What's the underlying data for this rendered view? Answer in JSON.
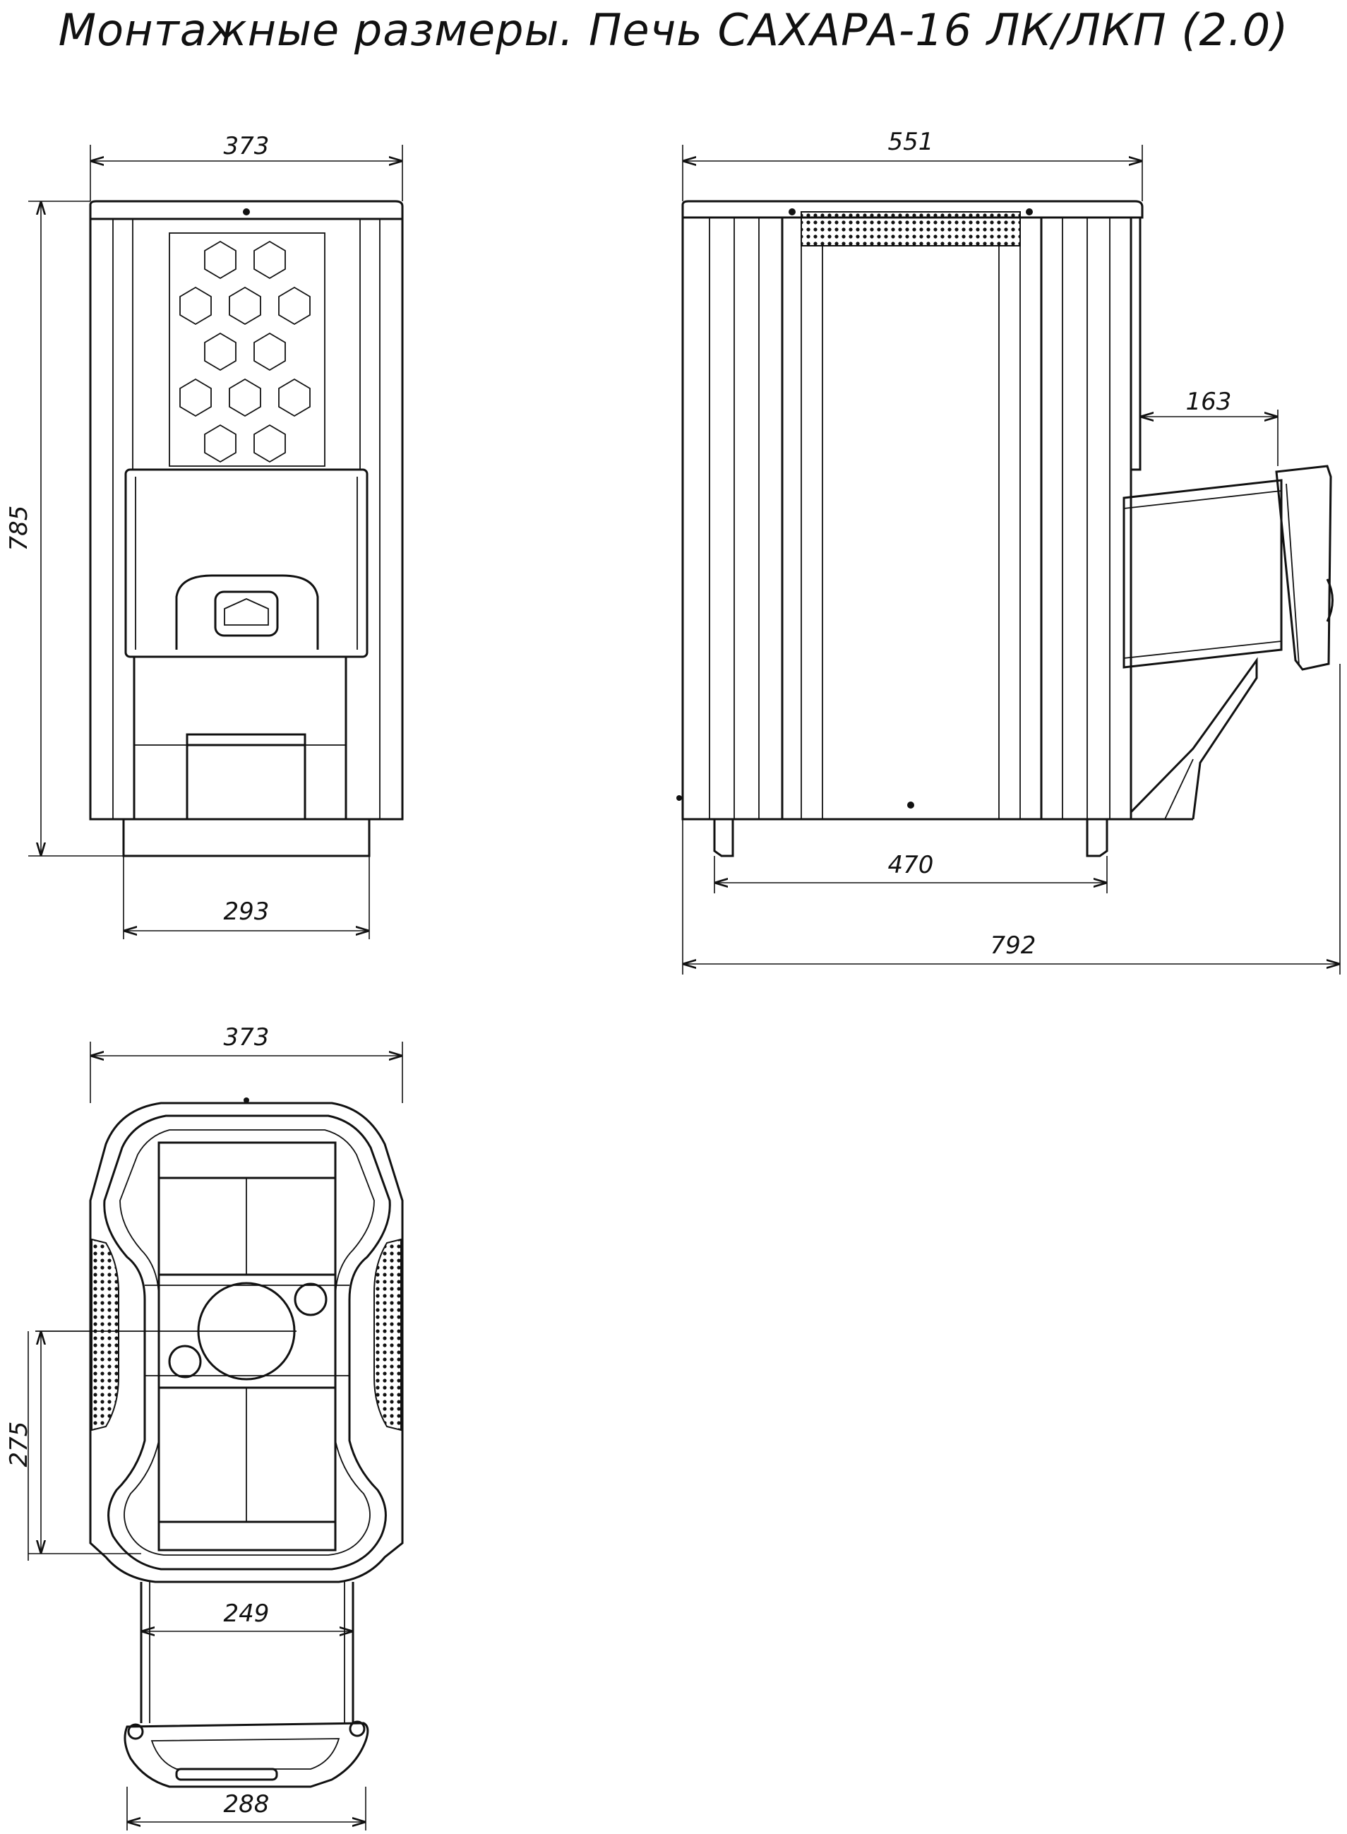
{
  "title": "Монтажные размеры. Печь САХАРА-16 ЛК/ЛКП (2.0)",
  "dimensions": {
    "front_width": "373",
    "front_height": "785",
    "front_bottom_width": "293",
    "side_width": "551",
    "side_pipe_offset": "163",
    "side_legs_width": "470",
    "side_total_length": "792",
    "top_width": "373",
    "top_center_offset": "275",
    "top_channel_width": "249",
    "top_door_width": "288"
  }
}
